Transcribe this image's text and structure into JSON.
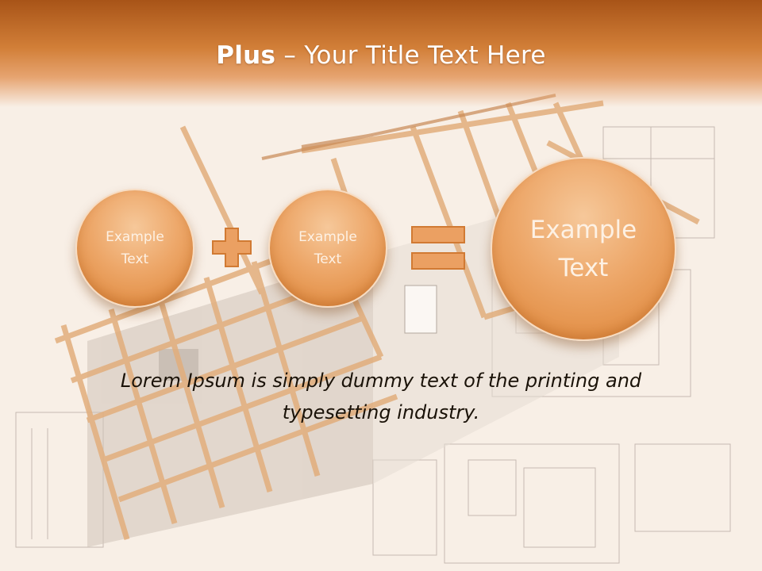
{
  "slide": {
    "title_bold": "Plus",
    "title_rest": " – Your Title Text Here",
    "circles": [
      {
        "label": "Example\nText"
      },
      {
        "label": "Example\nText"
      },
      {
        "label": "Example\nText"
      }
    ],
    "operators": {
      "plus": "plus-icon",
      "equals": "equals-icon"
    },
    "body_text": "Lorem Ipsum is simply dummy text of the printing and typesetting industry."
  },
  "colors": {
    "header": "#c46a26",
    "accent": "#e8a066",
    "title_text": "#ffffff",
    "body_text": "#1a1208",
    "background": "#f8efe6"
  }
}
